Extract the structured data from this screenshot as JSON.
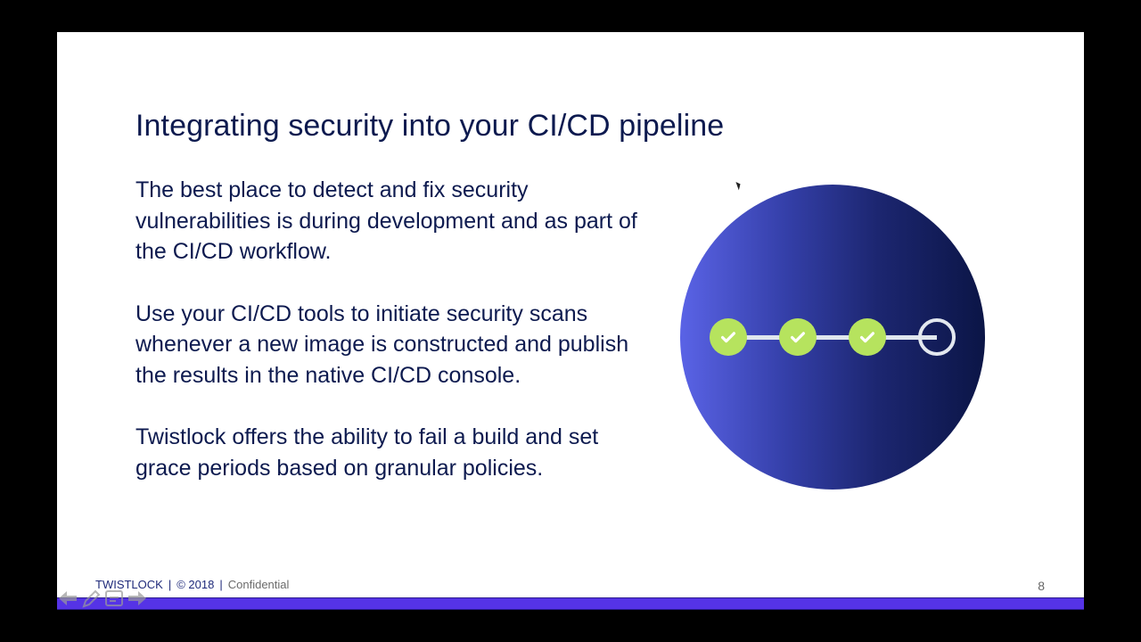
{
  "slide": {
    "title": "Integrating security into your CI/CD pipeline",
    "paragraphs": [
      "The best place to detect and fix security vulnerabilities is during development and as part of the CI/CD workflow.",
      "Use your CI/CD tools to initiate security scans whenever a new image is constructed and publish the results in the native CI/CD console.",
      "Twistlock offers the ability to fail a build and set grace periods based on granular policies."
    ],
    "pipeline": {
      "steps": [
        "complete",
        "complete",
        "complete",
        "pending"
      ],
      "colors": {
        "complete": "#b6e35e",
        "pending_ring": "#e3e8ef",
        "circle_left": "#5a63e6",
        "circle_right": "#0b1546"
      }
    },
    "footer": {
      "brand": "TWISTLOCK",
      "separator": "|",
      "copyright": "© 2018",
      "label": "Confidential"
    },
    "page_number": "8",
    "accent_bar_color": "#5533e6"
  },
  "player_controls": [
    "previous-arrow-icon",
    "pen-icon",
    "slide-menu-icon",
    "next-arrow-icon"
  ]
}
